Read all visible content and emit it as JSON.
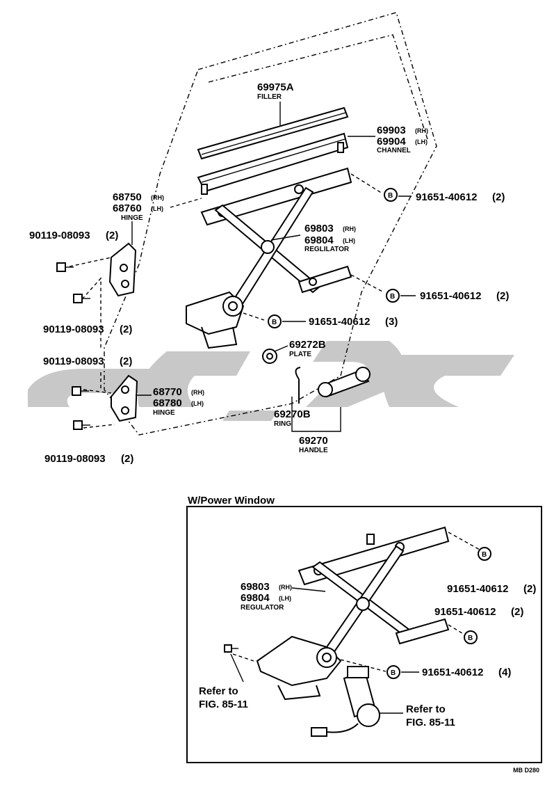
{
  "labels": {
    "filler_no": "69975A",
    "filler_name": "FILLER",
    "channel_rh_no": "69903",
    "channel_rh_side": "(RH)",
    "channel_lh_no": "69904",
    "channel_lh_side": "(LH)",
    "channel_name": "CHANNEL",
    "hinge_upper_rh_no": "68750",
    "hinge_upper_rh_side": "(RH)",
    "hinge_upper_lh_no": "68760",
    "hinge_upper_lh_side": "(LH)",
    "hinge_upper_name": "HINGE",
    "bolt1": "90119-08093",
    "bolt1_qty": "(2)",
    "regulator_rh_no": "69803",
    "regulator_rh_side": "(RH)",
    "regulator_lh_no": "69804",
    "regulator_lh_side": "(LH)",
    "regulator_name": "REGLILATOR",
    "b_label": "B",
    "bolt_b1": "91651-40612",
    "bolt_b1_qty": "(2)",
    "bolt_b2": "91651-40612",
    "bolt_b2_qty": "(2)",
    "bolt_b3": "91651-40612",
    "bolt_b3_qty": "(3)",
    "bolt2": "90119-08093",
    "bolt2_qty": "(2)",
    "plate_no": "69272B",
    "plate_name": "PLATE",
    "bolt3": "90119-08093",
    "bolt3_qty": "(2)",
    "hinge_lower_rh_no": "68770",
    "hinge_lower_rh_side": "(RH)",
    "hinge_lower_lh_no": "68780",
    "hinge_lower_lh_side": "(LH)",
    "hinge_lower_name": "HINGE",
    "ring_no": "69270B",
    "ring_name": "RING",
    "handle_no": "69270",
    "handle_name": "HANDLE",
    "bolt4": "90119-08093",
    "bolt4_qty": "(2)"
  },
  "power_window": {
    "title": "W/Power Window",
    "regulator_rh_no": "69803",
    "regulator_rh_side": "(RH)",
    "regulator_lh_no": "69804",
    "regulator_lh_side": "(LH)",
    "regulator_name": "REGULATOR",
    "bolt_a": "91651-40612",
    "bolt_a_qty": "(2)",
    "bolt_b": "91651-40612",
    "bolt_b_qty": "(2)",
    "bolt_c": "91651-40612",
    "bolt_c_qty": "(4)",
    "refer_left_1": "Refer to",
    "refer_left_2": "FIG. 85-11",
    "refer_right_1": "Refer to",
    "refer_right_2": "FIG. 85-11"
  },
  "figure_code": "MB D280"
}
